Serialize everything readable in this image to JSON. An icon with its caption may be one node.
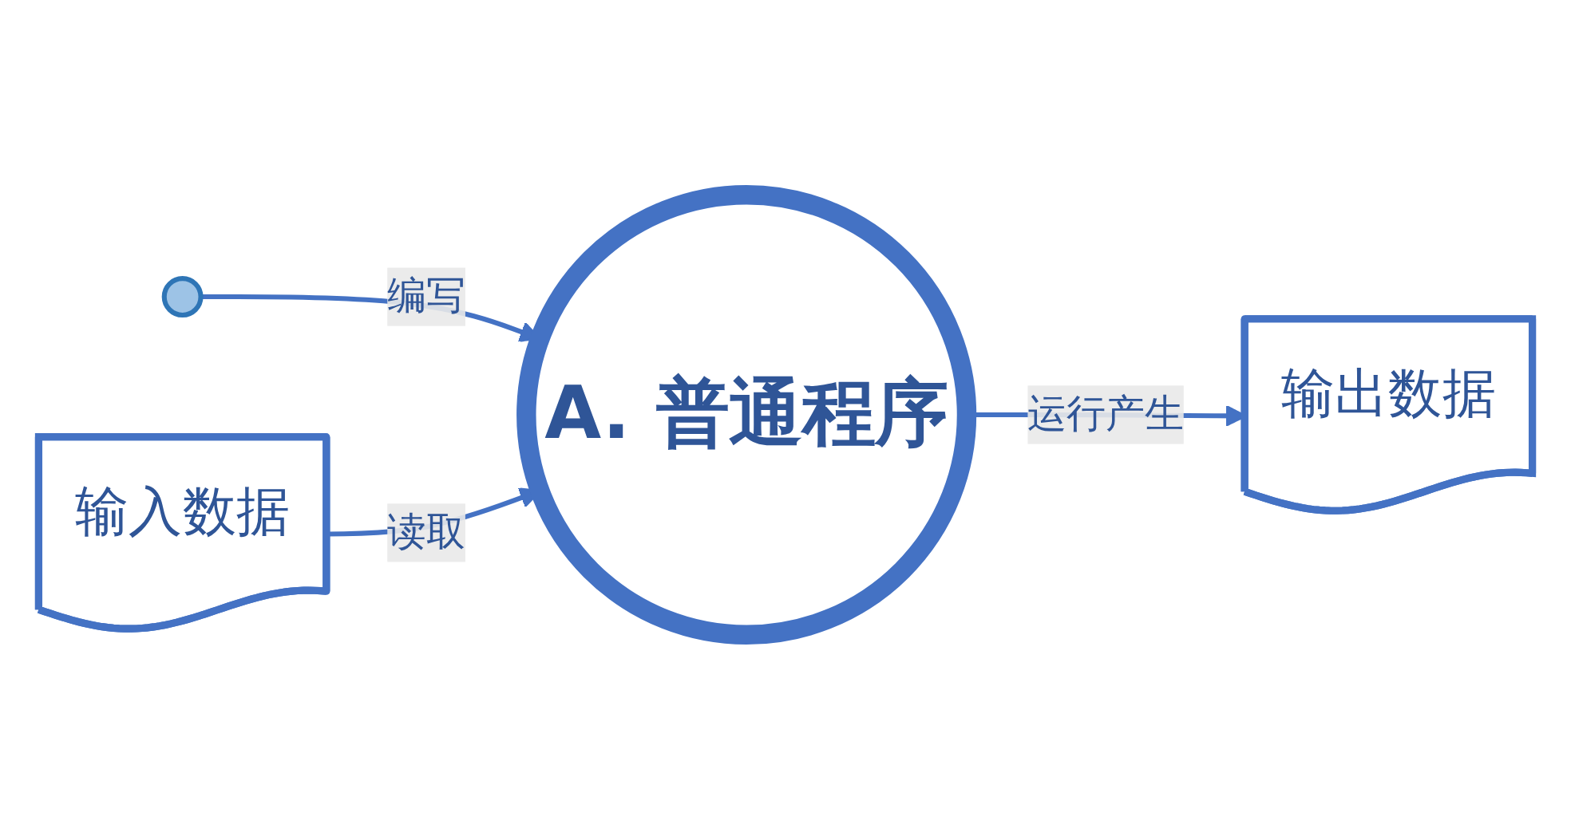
{
  "diagram": {
    "nodes": [
      {
        "text": [],
        "shape": "person"
      },
      {
        "text": [
          "输入数据"
        ]
      },
      {
        "text": [
          "A. 普通程序"
        ]
      },
      {
        "text": [
          "输出数据"
        ]
      }
    ],
    "edges": [
      {
        "from": 0,
        "to": 2,
        "arrow": "to",
        "label": "编写"
      },
      {
        "from": 1,
        "to": 2,
        "arrow": "to",
        "label": "读取"
      },
      {
        "from": 2,
        "to": 3,
        "arrow": "to",
        "label": "运行产生"
      }
    ]
  }
}
